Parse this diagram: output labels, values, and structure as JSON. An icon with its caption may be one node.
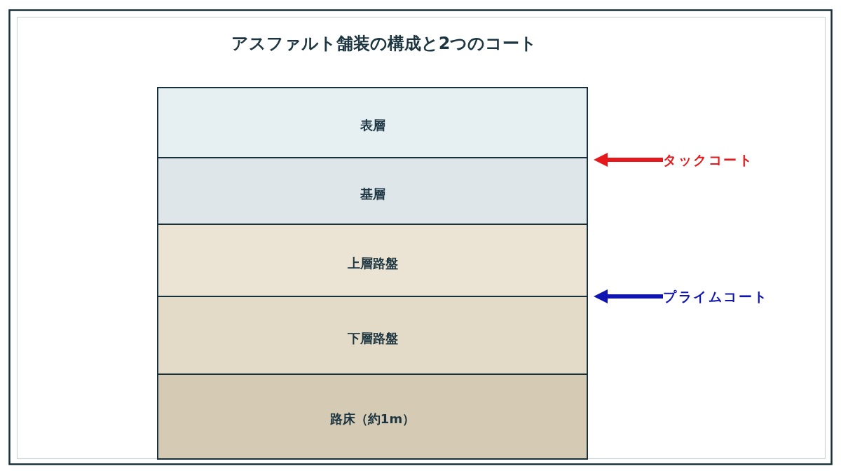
{
  "diagram": {
    "title": "アスファルト舗装の構成と2つのコート",
    "nodes": [
      {
        "text": [
          "表層"
        ]
      },
      {
        "text": [
          "基層"
        ]
      },
      {
        "text": [
          "上層路盤"
        ]
      },
      {
        "text": [
          "下層路盤"
        ]
      },
      {
        "text": [
          "路床（約1m）"
        ]
      },
      {
        "text": [
          "タックコート"
        ]
      },
      {
        "text": [
          "プライムコート"
        ]
      }
    ],
    "edges": [
      {
        "from": 5,
        "to": 1,
        "arrow": "to",
        "color": "#e5191c"
      },
      {
        "from": 6,
        "to": 2,
        "arrow": "to",
        "color": "#1014b0"
      }
    ]
  }
}
